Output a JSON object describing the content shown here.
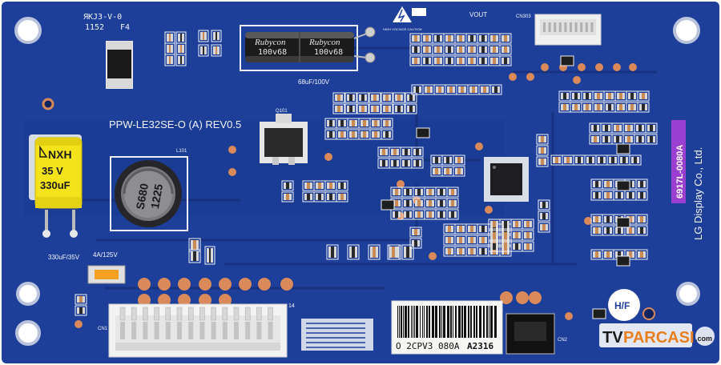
{
  "colors": {
    "pcb": "#1d3f9a",
    "pcb_dark": "#173485",
    "silkscreen": "#eef1f6",
    "pad": "#d9895a",
    "purple_label": "#9a3fd0",
    "capacitor_yellow": "#f4e21a"
  },
  "silkscreen": {
    "top_left_code": "ЯKJ3-V-0",
    "top_left_date": "1152",
    "fuse_ref": "F4",
    "board_model": "PPW-LE32SE-O (A) REV0.5",
    "cap_top_rating": "68uF/100V",
    "cap_left_rating": "330uF/35V",
    "fuse_rating": "4A/125V",
    "manufacturer": "LG Display Co., Ltd.",
    "part_number": "6917L-0080A",
    "vout": "VOUT",
    "hf": "H/F",
    "connector_ref": "CN1",
    "connector_pin": "14",
    "connector_top_ref": "CN303",
    "cn2_ref": "CN2",
    "warning_label": "HIGH VOLTAGE CAUTION",
    "inductor_ref": "L101",
    "mosfet_ref": "Q101"
  },
  "components": {
    "cap_yellow_text": [
      "NXH",
      "35 V",
      "330uF"
    ],
    "cap_top_brand": "Rubycon",
    "cap_top_value": "100v68",
    "inductor_marking": [
      "S680",
      "1225"
    ]
  },
  "barcode": {
    "text": "O 2CPV3 080A",
    "suffix": "A2316"
  },
  "watermark": {
    "brand_tv": "TV",
    "brand_name": "PARCASI",
    "tld": ".com"
  }
}
